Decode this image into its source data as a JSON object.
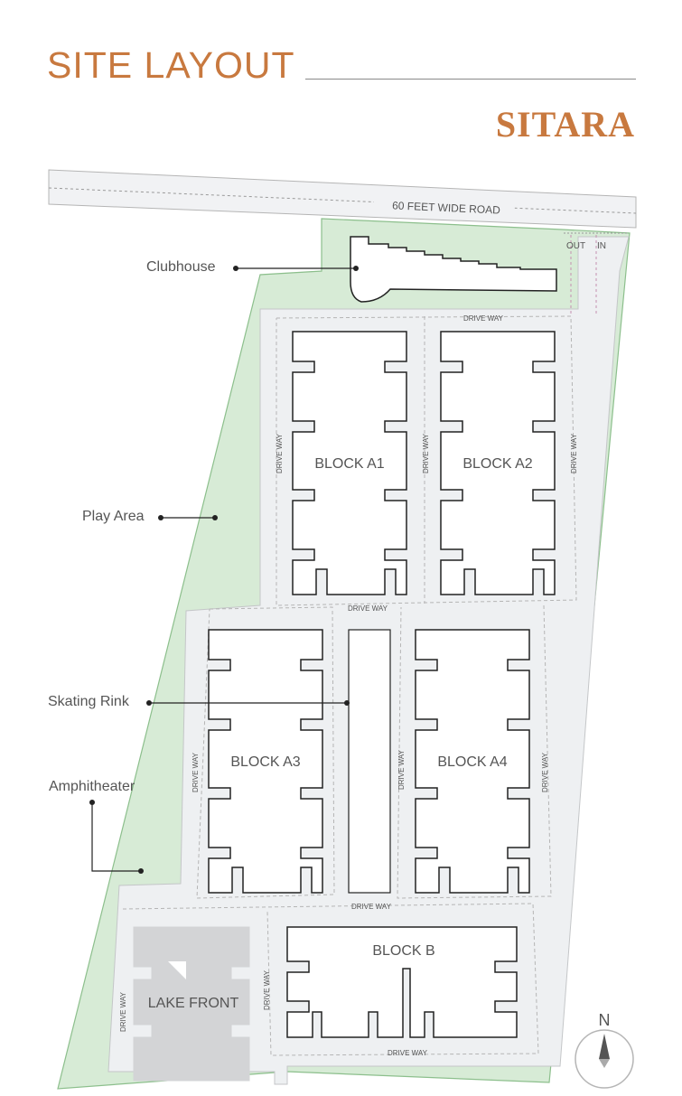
{
  "header": {
    "title": "SITE LAYOUT",
    "brand": "SITARA"
  },
  "plan": {
    "road_label": "60 FEET WIDE ROAD",
    "gate_out": "OUT",
    "gate_in": "IN",
    "driveway_label": "DRIVE WAY",
    "blocks": {
      "a1": "BLOCK A1",
      "a2": "BLOCK A2",
      "a3": "BLOCK A3",
      "a4": "BLOCK A4",
      "b": "BLOCK B"
    },
    "lake_front": "LAKE FRONT",
    "compass": "N"
  },
  "callouts": {
    "clubhouse": "Clubhouse",
    "play_area": "Play Area",
    "skating_rink": "Skating Rink",
    "amphitheater": "Amphitheater"
  },
  "colors": {
    "accent": "#c8793f",
    "green": "#d7ebd6",
    "green_border": "#8cbf8c",
    "paving": "#eef0f2"
  }
}
